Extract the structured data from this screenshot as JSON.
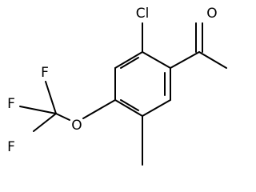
{
  "molecule": {
    "atoms": {
      "chlorine": "Cl",
      "carbonyl_oxygen": "O",
      "ether_oxygen": "O",
      "fluorine_top": "F",
      "fluorine_left": "F",
      "fluorine_bottom": "F"
    },
    "colors": {
      "bond": "#000000",
      "label": "#000000",
      "background": "#ffffff"
    }
  }
}
